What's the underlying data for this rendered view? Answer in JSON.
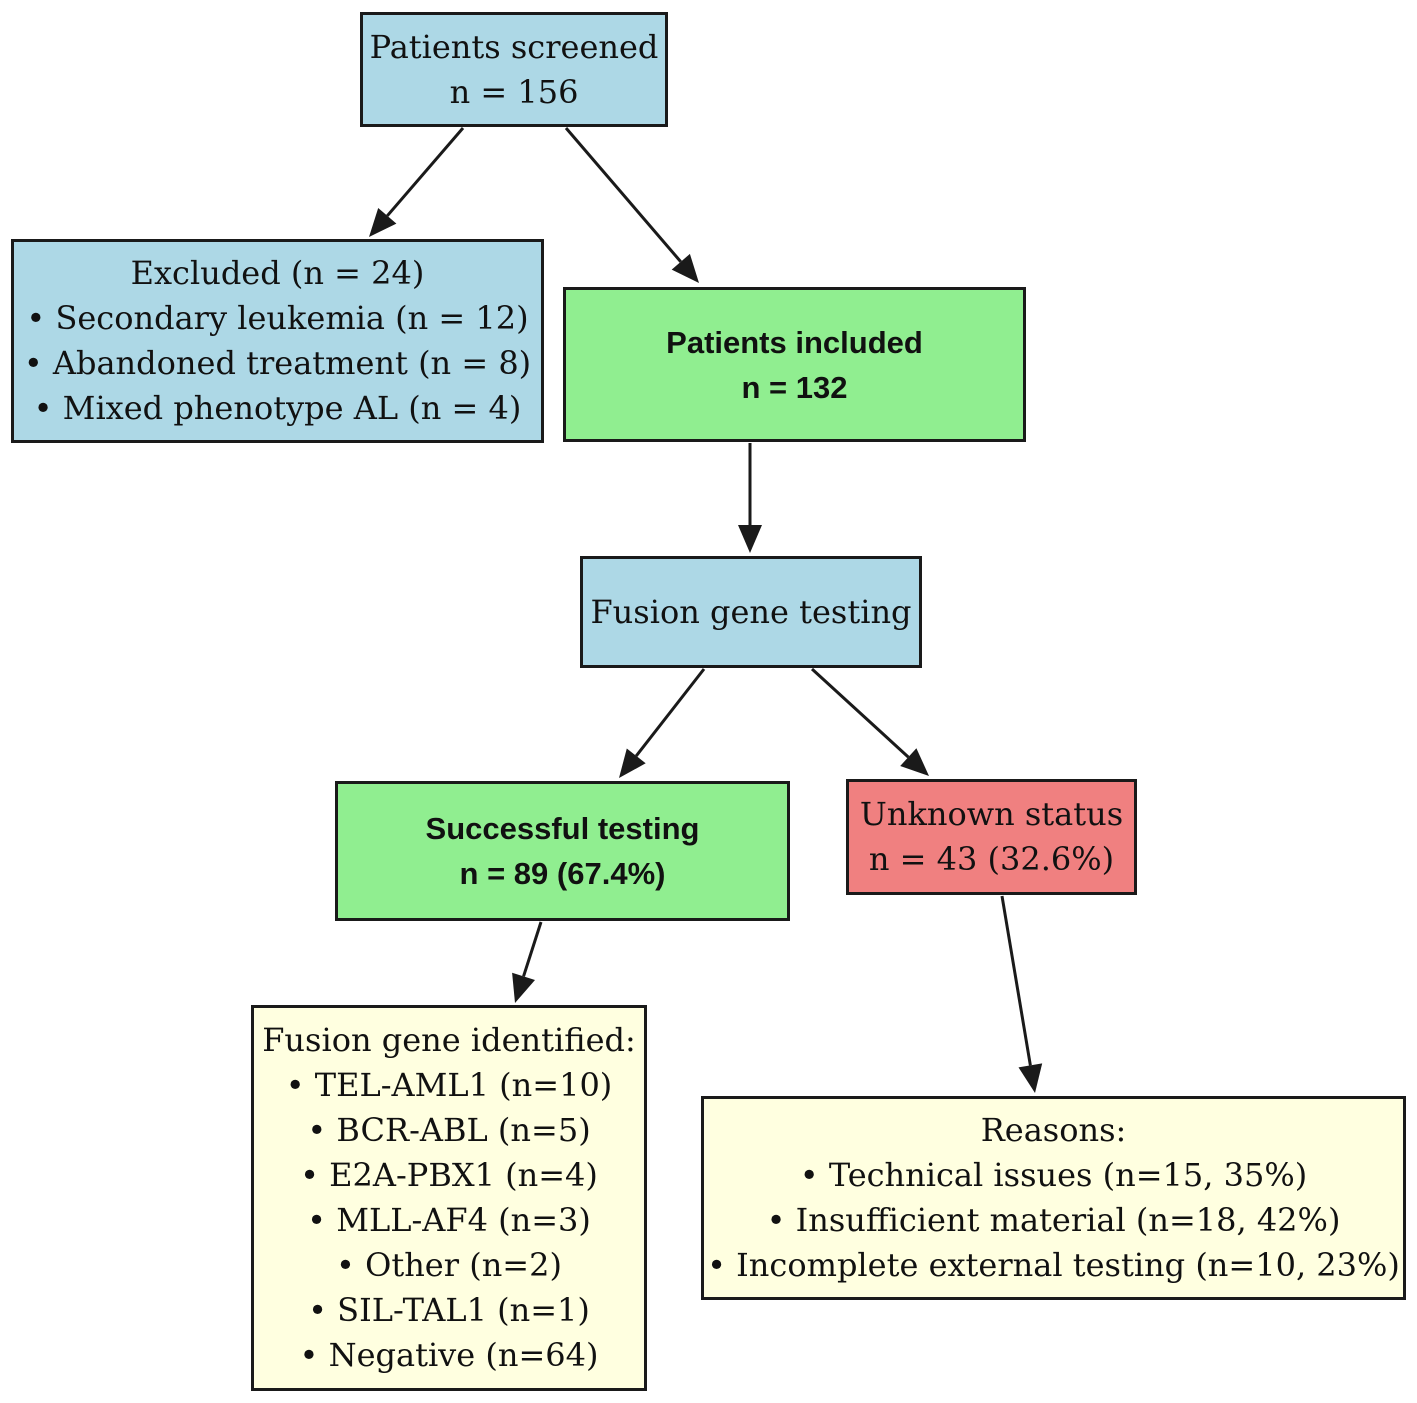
{
  "colors": {
    "screening": "#add8e6",
    "included": "#90ee90",
    "unknown": "#f08080",
    "details": "#ffffe0",
    "stroke": "#1a1a1a"
  },
  "nodes": {
    "screened": {
      "lines": [
        "Patients screened",
        "n = 156"
      ]
    },
    "excluded": {
      "lines": [
        "Excluded (n = 24)",
        "• Secondary leukemia (n = 12)",
        "• Abandoned treatment (n = 8)",
        "• Mixed phenotype AL (n = 4)"
      ]
    },
    "included": {
      "lines": [
        "Patients included",
        "n = 132"
      ]
    },
    "fusion_testing": {
      "lines": [
        "Fusion gene testing"
      ]
    },
    "successful": {
      "lines": [
        "Successful testing",
        "n = 89 (67.4%)"
      ]
    },
    "unknown": {
      "lines": [
        "Unknown status",
        "n = 43 (32.6%)"
      ]
    },
    "identified": {
      "lines": [
        "Fusion gene identified:",
        "• TEL-AML1 (n=10)",
        "• BCR-ABL (n=5)",
        "• E2A-PBX1 (n=4)",
        "• MLL-AF4 (n=3)",
        "• Other (n=2)",
        "• SIL-TAL1 (n=1)",
        "• Negative (n=64)"
      ]
    },
    "reasons": {
      "lines": [
        "Reasons:",
        "• Technical issues (n=15, 35%)",
        "• Insufficient material (n=18, 42%)",
        "• Incomplete external testing (n=10, 23%)"
      ]
    }
  },
  "edges": [
    {
      "from": "screened",
      "to": "excluded"
    },
    {
      "from": "screened",
      "to": "included"
    },
    {
      "from": "included",
      "to": "fusion_testing"
    },
    {
      "from": "fusion_testing",
      "to": "successful"
    },
    {
      "from": "fusion_testing",
      "to": "unknown"
    },
    {
      "from": "successful",
      "to": "identified"
    },
    {
      "from": "unknown",
      "to": "reasons"
    }
  ]
}
